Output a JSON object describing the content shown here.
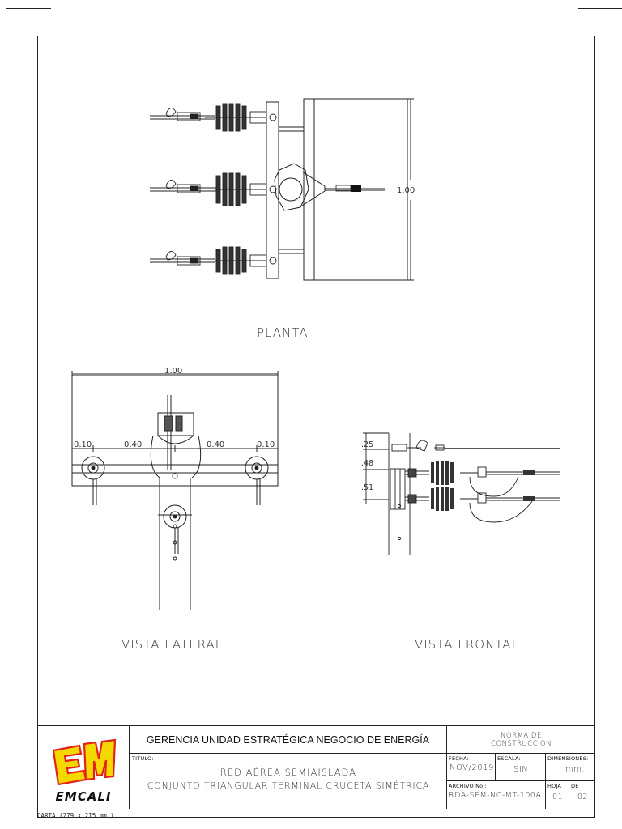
{
  "views": {
    "planta": "PLANTA",
    "vista_lateral": "VISTA LATERAL",
    "vista_frontal": "VISTA FRONTAL"
  },
  "dimensions": {
    "planta_width": "1.00",
    "lateral_total": "1.00",
    "lateral_left_edge": "0.10",
    "lateral_left_span": "0.40",
    "lateral_right_span": "0.40",
    "lateral_right_edge": "0.10",
    "frontal_top": ".25",
    "frontal_mid": ".48",
    "frontal_bottom": ".51"
  },
  "title_block": {
    "logo_text": "EMCALI",
    "gerencia": "GERENCIA UNIDAD ESTRATÉGICA NEGOCIO DE ENERGÍA",
    "norma_line1": "NORMA DE",
    "norma_line2": "CONSTRUCCIÓN",
    "titulo_label": "TITULO:",
    "titulo_line1": "RED AÉREA SEMIAISLADA",
    "titulo_line2": "CONJUNTO TRIANGULAR TERMINAL CRUCETA SIMÉTRICA",
    "fecha_label": "FECHA:",
    "fecha_value": "NOV/2019",
    "escala_label": "ESCALA:",
    "escala_value": "SIN",
    "dimensiones_label": "DIMENSIONES:",
    "dimensiones_value": "mm.",
    "archivo_label": "ARCHIVO No.:",
    "archivo_value": "RDA-SEM-NC-MT-100A",
    "hoja_label": "HOJA",
    "hoja_value": "01",
    "de_label": "DE",
    "de_value": "02"
  },
  "footer": {
    "carta": "CARTA (279 x 215 mm.)"
  },
  "colors": {
    "logo_yellow": "#f5d800",
    "logo_red": "#e2231a",
    "line": "#222222",
    "insulator": "#333333"
  }
}
